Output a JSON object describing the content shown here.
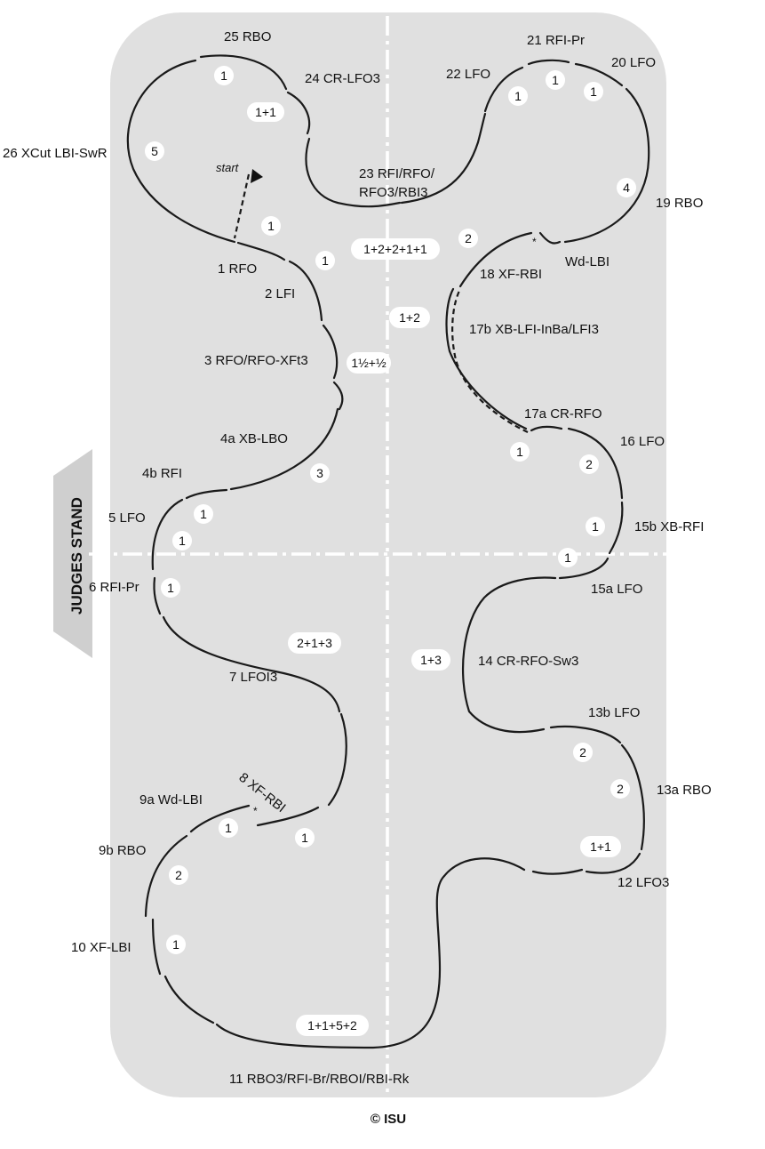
{
  "diagram": {
    "judges_stand": "JUDGES STAND",
    "start": "start",
    "copyright": "© ISU",
    "elements": [
      "25 RBO",
      "24 CR-LFO3",
      "26 XCut LBI-SwR",
      "23 RFI/RFO/",
      "RFO3/RBI3",
      "1 RFO",
      "2 LFI",
      "3 RFO/RFO-XFt3",
      "4a XB-LBO",
      "4b RFI",
      "5 LFO",
      "6 RFI-Pr",
      "7 LFOI3",
      "8 XF-RBI",
      "9a Wd-LBI",
      "9b RBO",
      "10 XF-LBI",
      "11 RBO3/RFI-Br/RBOI/RBI-Rk",
      "12 LFO3",
      "13a RBO",
      "13b LFO",
      "14 CR-RFO-Sw3",
      "15a LFO",
      "15b XB-RFI",
      "16 LFO",
      "17a CR-RFO",
      "17b XB-LFI-InBa/LFI3",
      "18 XF-RBI",
      "Wd-LBI",
      "19 RBO",
      "20 LFO",
      "21 RFI-Pr",
      "22 LFO"
    ],
    "counts": [
      "1",
      "1+1",
      "5",
      "1",
      "1",
      "1½+½",
      "3",
      "1",
      "1",
      "1",
      "2+1+3",
      "1",
      "1",
      "2",
      "1",
      "1+1+5+2",
      "1+1",
      "2",
      "2",
      "1+3",
      "1",
      "1",
      "2",
      "1",
      "1+2",
      "1+2+2+1+1",
      "2",
      "4",
      "1",
      "1",
      "1"
    ]
  },
  "colors": {
    "rink": "#e0e0e0",
    "track": "#1a1a1a",
    "axis": "#ffffff",
    "bubble": "#ffffff"
  }
}
